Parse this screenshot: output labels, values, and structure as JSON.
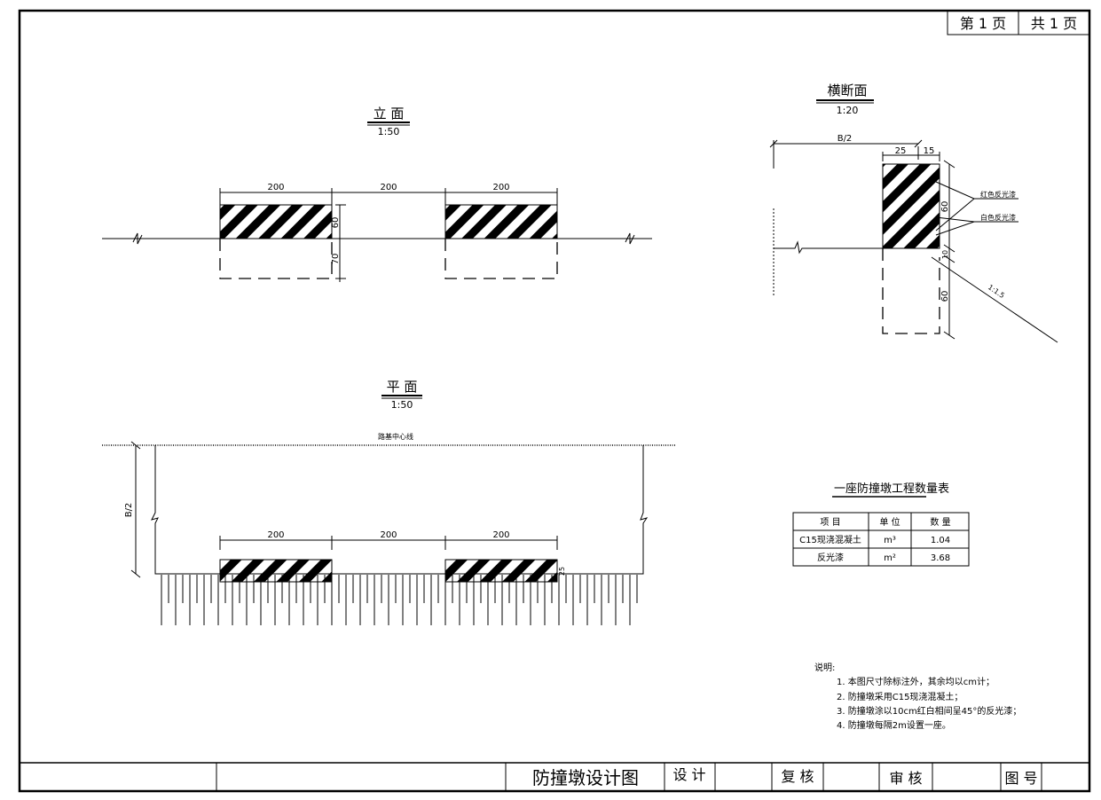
{
  "page_box": {
    "page_label": "第 1 页",
    "total_label": "共 1 页"
  },
  "elevation": {
    "title": "立 面",
    "scale": "1:50",
    "dims": [
      "200",
      "200",
      "200"
    ],
    "height_above": "60",
    "depth_below": "70"
  },
  "plan": {
    "title": "平 面",
    "scale": "1:50",
    "centerline_label": "路基中心线",
    "half_width": "B/2",
    "dims": [
      "200",
      "200",
      "200"
    ],
    "width": "25"
  },
  "section": {
    "title": "横断面",
    "scale": "1:20",
    "half_width": "B/2",
    "dim_a": "25",
    "dim_b": "15",
    "height_above": "60",
    "gap": "10",
    "depth_below": "60",
    "slope": "1:1.5",
    "label_red": "红色反光漆",
    "label_white": "白色反光漆"
  },
  "quantity_table": {
    "title": "一座防撞墩工程数量表",
    "headers": [
      "项  目",
      "单 位",
      "数 量"
    ],
    "rows": [
      {
        "item": "C15现浇混凝土",
        "unit": "m³",
        "qty": "1.04"
      },
      {
        "item": "反光漆",
        "unit": "m²",
        "qty": "3.68"
      }
    ]
  },
  "notes": {
    "heading": "说明:",
    "items": [
      "1. 本图尺寸除标注外，其余均以cm计；",
      "2. 防撞墩采用C15现浇混凝土；",
      "3. 防撞墩涂以10cm红白相间呈45°的反光漆；",
      "4. 防撞墩每隔2m设置一座。"
    ]
  },
  "title_block": {
    "drawing_name": "防撞墩设计图",
    "design": "设  计",
    "check": "复  核",
    "review": "审  核",
    "drawing_no": "图  号"
  }
}
